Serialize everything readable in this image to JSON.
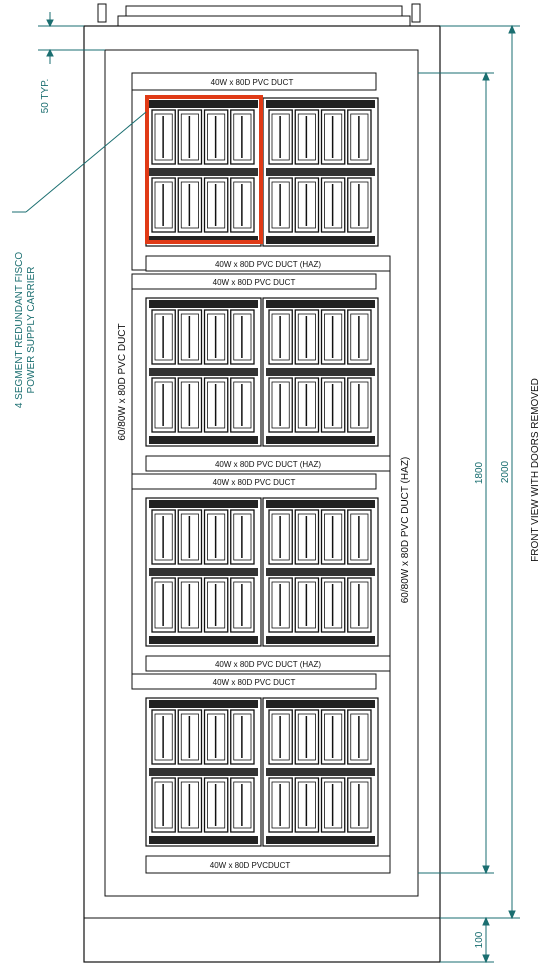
{
  "ducts": {
    "top": "40W x 80D PVC DUCT",
    "haz_1": "40W x 80D PVC DUCT (HAZ)",
    "row2_top": "40W x 80D PVC DUCT",
    "haz_2": "40W x 80D PVC DUCT  (HAZ)",
    "row3_top": "40W x 80D PVC DUCT",
    "haz_3": "40W x 80D PVC DUCT (HAZ)",
    "row4_top": "40W x 80D PVC DUCT",
    "bottom": "40W x 80D PVCDUCT",
    "left_vertical": "60/80W x 80D PVC DUCT",
    "right_vertical": "60/80W x 80D PVC DUCT  (HAZ)"
  },
  "dimensions": {
    "top_spacing": "50 TYP.",
    "inner_height": "1800",
    "overall_height": "2000",
    "plinth": "100"
  },
  "annotations": {
    "carrier_line1": "4 SEGMENT REDUNDANT FISCO",
    "carrier_line2": "POWER SUPPLY CARRIER",
    "view_title": "FRONT VIEW WITH DOORS REMOVED"
  },
  "colors": {
    "line": "#111111",
    "dimension": "#1a6e70",
    "highlight": "#e03a16"
  }
}
